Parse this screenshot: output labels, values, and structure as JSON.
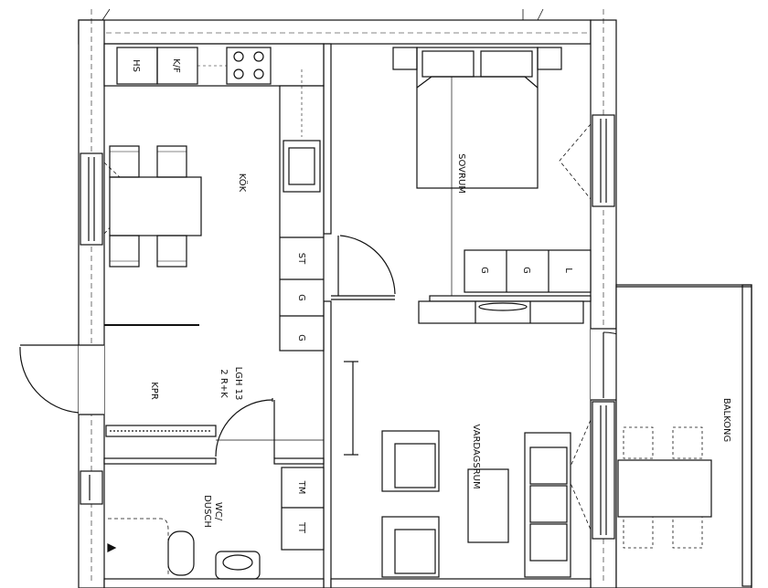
{
  "plan": {
    "unit_label": {
      "line1": "LGH 13",
      "line2": "2 R+K"
    },
    "rooms": {
      "kitchen": "KÖK",
      "bedroom": "SOVRUM",
      "hall_closet": "KPR",
      "bathroom": {
        "line1": "WC/",
        "line2": "DUSCH"
      },
      "living_room": "VARDAGSRUM",
      "balcony": "BALKONG"
    },
    "appliances": {
      "hs": "HS",
      "kf": "K/F",
      "st": "ST",
      "g": "G",
      "l": "L",
      "tm": "TM",
      "tt": "TT"
    }
  }
}
